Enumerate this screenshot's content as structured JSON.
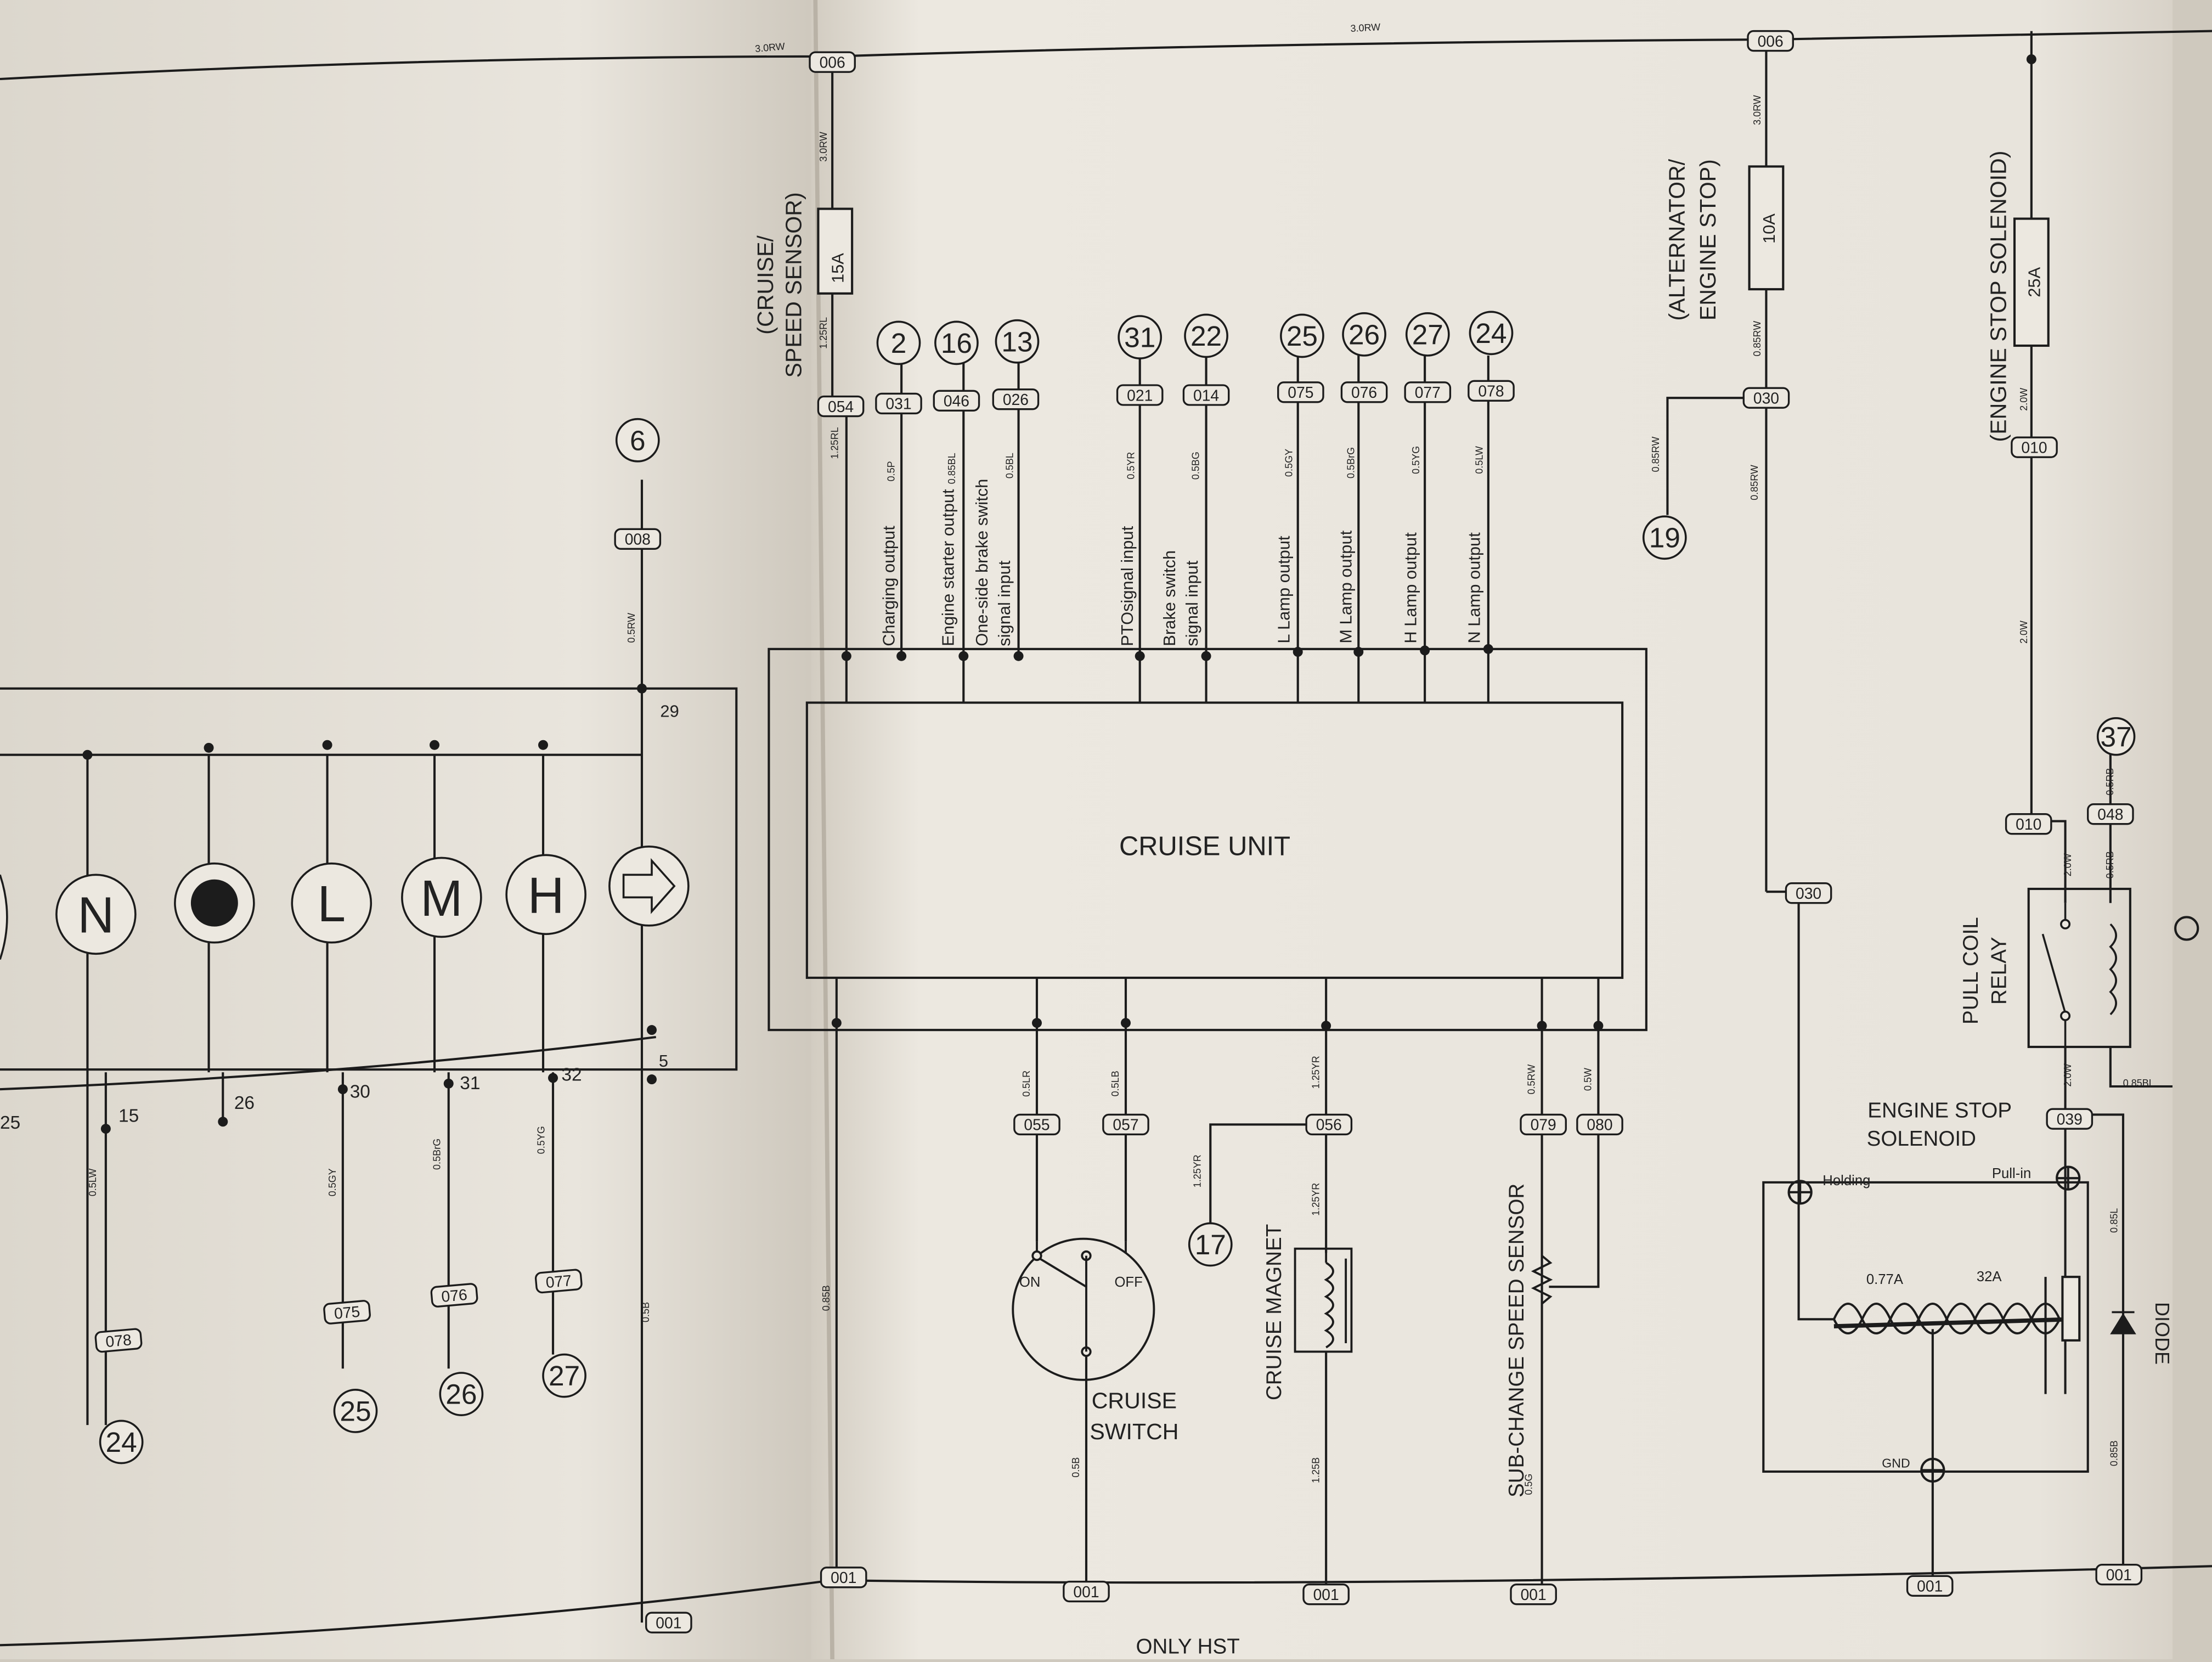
{
  "wires": {
    "top_left": "3.0RW",
    "top_mid": "3.0RW",
    "fuse15_feed": "3.0RW",
    "fuse15_out": "1.25RL",
    "w054": "1.25RL",
    "w031": "0.5P",
    "w046": "0.85BL",
    "w026": "0.5BL",
    "w021": "0.5YR",
    "w014": "0.5BG",
    "w075": "0.5GY",
    "w076": "0.5BrG",
    "w077": "0.5YG",
    "w078": "0.5LW",
    "alt_feed": "3.0RW",
    "alt_out": "0.85RW",
    "alt_branch": "0.85RW",
    "alt_down": "0.85RW",
    "es_out": "2.0W",
    "es_down": "2.0W",
    "relay_in": "2.0W",
    "relay_48": "0.5RB",
    "relay_48b": "0.5RB",
    "relay_out": "2.0W",
    "relay_side": "0.85BL",
    "w055": "0.5LR",
    "w057": "0.5LB",
    "w056": "1.25YR",
    "w056b": "1.25YR",
    "w17": "1.25YR",
    "w079": "0.5RW",
    "w080": "0.5W",
    "gnd_left": "0.85B",
    "sw_gnd": "0.5B",
    "mag_gnd": "1.25B",
    "ss_gnd": "0.5G",
    "diode_gnd": "0.85B",
    "diode_top": "0.85L",
    "meter_08": "0.5RW",
    "meter_5": "0.5B",
    "meter_15": "0.5LW",
    "meter_30": "0.5GY",
    "meter_31": "0.5BrG",
    "meter_32": "0.5YG"
  },
  "connectors": {
    "c006_left": "006",
    "c006_right": "006",
    "c054": "054",
    "c031": "031",
    "c046": "046",
    "c026": "026",
    "c021": "021",
    "c014": "014",
    "c075": "075",
    "c076": "076",
    "c077": "077",
    "c078": "078",
    "c030_top": "030",
    "c030_mid": "030",
    "c010_top": "010",
    "c010_mid": "010",
    "c048": "048",
    "c039": "039",
    "c055": "055",
    "c057": "057",
    "c056": "056",
    "c079": "079",
    "c080": "080",
    "c001_a": "001",
    "c001_b": "001",
    "c001_c": "001",
    "c001_d": "001",
    "c001_e": "001",
    "c001_f": "001",
    "c001_g": "001",
    "c008": "008",
    "c075_l": "075",
    "c076_l": "076",
    "c077_l": "077",
    "c078_l": "078"
  },
  "refs": {
    "r2": "2",
    "r16": "16",
    "r13": "13",
    "r31": "31",
    "r22": "22",
    "r25": "25",
    "r26": "26",
    "r27": "27",
    "r24": "24",
    "r19": "19",
    "r37": "37",
    "r17": "17",
    "r6": "6",
    "r25b": "25",
    "r26b": "26",
    "r27b": "27",
    "r24b": "24"
  },
  "fuses": {
    "f15": "15A",
    "f10": "10A",
    "f25": "25A"
  },
  "labels": {
    "cruise_speed_sensor_1": "(CRUISE/",
    "cruise_speed_sensor_2": "SPEED SENSOR)",
    "alternator_1": "(ALTERNATOR/",
    "alternator_2": "ENGINE STOP)",
    "engine_stop_solenoid_fuse": "(ENGINE STOP SOLENOID)",
    "cruise_unit": "CRUISE UNIT",
    "charging_output": "Charging output",
    "engine_starter_output": "Engine starter output",
    "one_side_brake_1": "One-side brake switch",
    "one_side_brake_2": "signal input",
    "pto_signal": "PTOsignal input",
    "brake_switch_1": "Brake switch",
    "brake_switch_2": "signal input",
    "l_lamp": "L Lamp output",
    "m_lamp": "M Lamp output",
    "h_lamp": "H Lamp output",
    "n_lamp": "N Lamp output",
    "pull_coil_1": "PULL COIL",
    "pull_coil_2": "RELAY",
    "engine_stop_solenoid_1": "ENGINE STOP",
    "engine_stop_solenoid_2": "SOLENOID",
    "holding": "Holding",
    "pull_in": "Pull-in",
    "amp_077": "0.77A",
    "amp_32": "32A",
    "gnd": "GND",
    "diode": "DIODE",
    "cruise_switch_1": "CRUISE",
    "cruise_switch_2": "SWITCH",
    "on": "ON",
    "off": "OFF",
    "cruise_magnet": "CRUISE MAGNET",
    "sub_change_speed_sensor": "SUB-CHANGE SPEED SENSOR",
    "only_hst": "ONLY HST",
    "pin29": "29",
    "pin5": "5",
    "pin15": "15",
    "pin26": "26",
    "pin30": "30",
    "pin31": "31",
    "pin32": "32",
    "pin25": "25"
  },
  "indicators": {
    "n": "N",
    "l": "L",
    "m": "M",
    "h": "H"
  },
  "colors": {
    "paper": "#ece8e0",
    "paper_shade": "#d9d4ca",
    "ink": "#1c1c1c"
  }
}
